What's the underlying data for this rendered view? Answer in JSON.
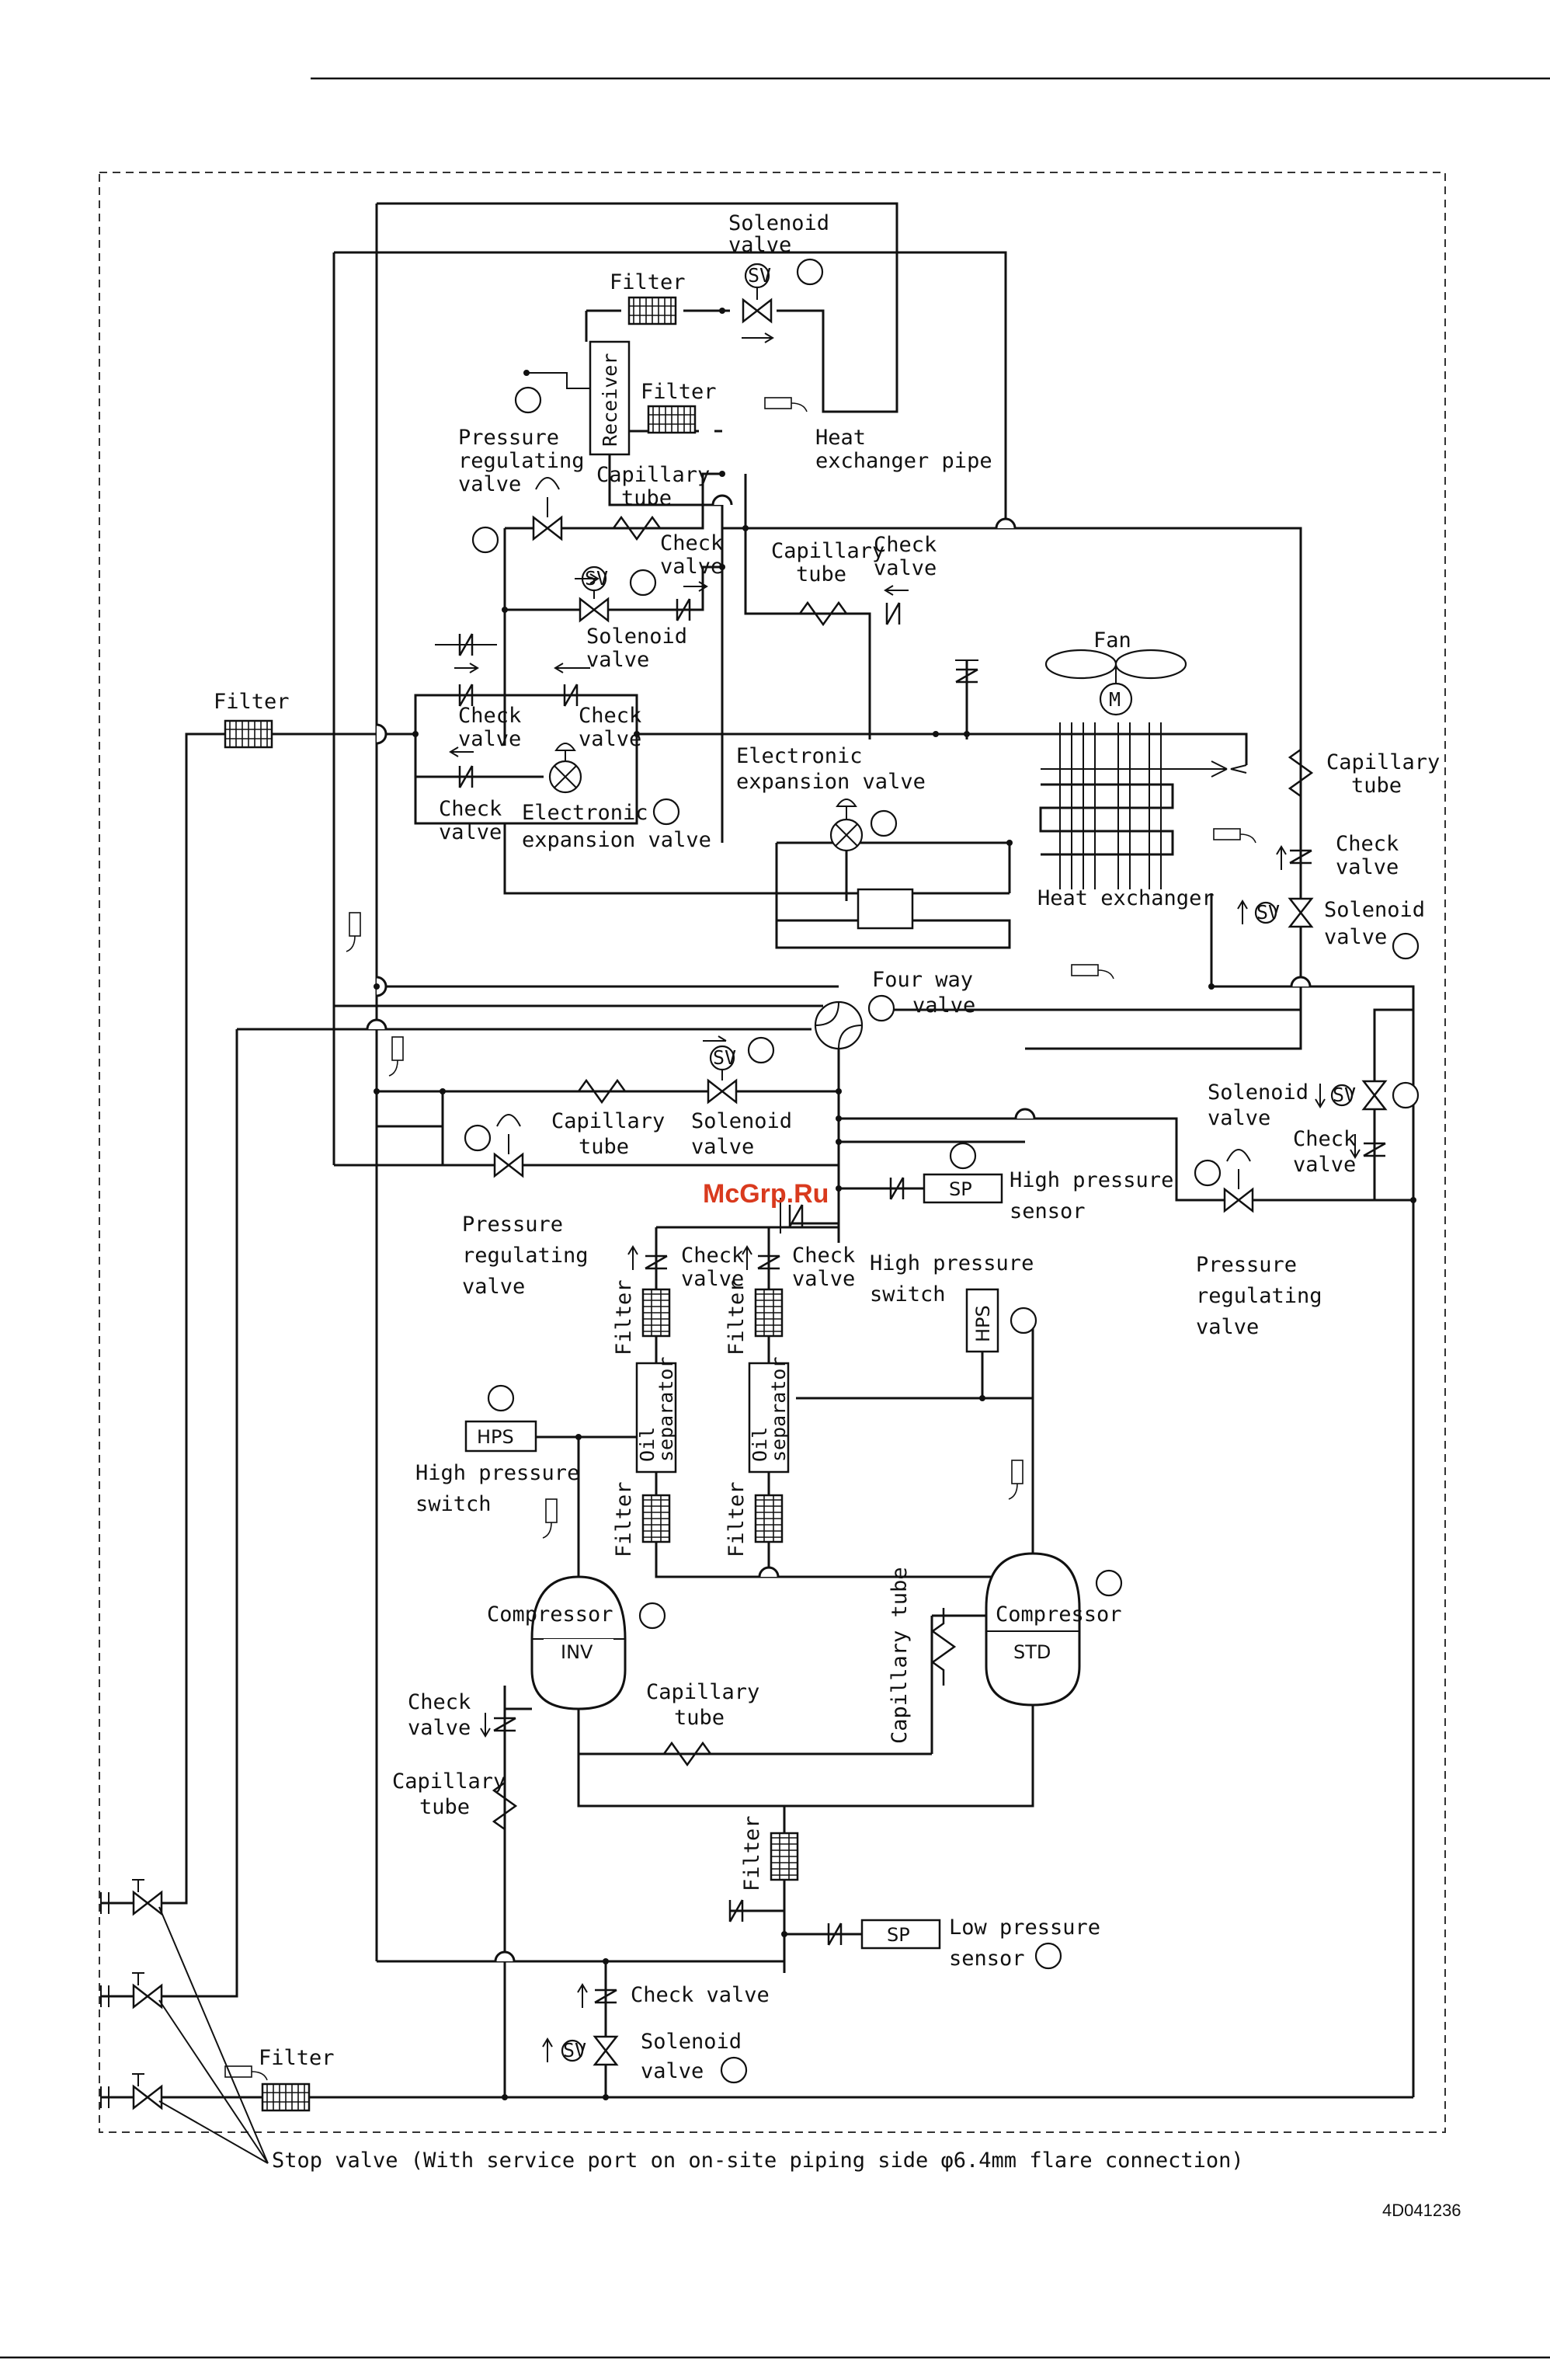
{
  "doc_id": "4D041236",
  "watermark": "McGrp.Ru",
  "labels": {
    "solenoid_valve_top": [
      "Solenoid",
      "valve"
    ],
    "filter_top": "Filter",
    "receiver": "Receiver",
    "filter_receiver": "Filter",
    "heat_exchanger_pipe": [
      "Heat",
      "exchanger pipe"
    ],
    "pressure_regulating_top": [
      "Pressure",
      "regulating",
      "valve"
    ],
    "capillary_top": [
      "Capillary",
      "tube"
    ],
    "check_valve_a": [
      "Check",
      "valve"
    ],
    "sv": "SV",
    "solenoid_valve_mid": [
      "Solenoid",
      "valve"
    ],
    "capillary_mid": [
      "Capillary",
      "tube"
    ],
    "check_valve_b": [
      "Check",
      "valve"
    ],
    "fan": "Fan",
    "motor": "M",
    "filter_left": "Filter",
    "check_valve_c": [
      "Check",
      "valve"
    ],
    "check_valve_d": [
      "Check",
      "valve"
    ],
    "check_valve_e": [
      "Check",
      "valve"
    ],
    "eev_left": [
      "Electronic",
      "expansion valve"
    ],
    "eev_right": [
      "Electronic",
      "expansion valve"
    ],
    "capillary_right": [
      "Capillary",
      "tube"
    ],
    "check_valve_f": [
      "Check",
      "valve"
    ],
    "heat_exchanger": "Heat exchanger",
    "solenoid_valve_right": [
      "Solenoid",
      "valve"
    ],
    "four_way_valve": [
      "Four way",
      "valve"
    ],
    "capillary_lower": [
      "Capillary",
      "tube"
    ],
    "solenoid_valve_lower": [
      "Solenoid",
      "valve"
    ],
    "solenoid_valve_rlow": [
      "Solenoid",
      "valve"
    ],
    "check_valve_g": [
      "Check",
      "valve"
    ],
    "pressure_regulating_left": [
      "Pressure",
      "regulating",
      "valve"
    ],
    "pressure_regulating_right": [
      "Pressure",
      "regulating",
      "valve"
    ],
    "sp": "SP",
    "high_pressure_sensor": [
      "High pressure",
      "sensor"
    ],
    "check_valve_h": [
      "Check",
      "valve"
    ],
    "check_valve_i": [
      "Check",
      "valve"
    ],
    "high_pressure_switch_right": [
      "High pressure",
      "switch"
    ],
    "hps": "HPS",
    "high_pressure_switch_left": [
      "High pressure",
      "switch"
    ],
    "filter_v": "Filter",
    "oil_separator": [
      "Oil",
      "separator"
    ],
    "compressor_inv": "Compressor",
    "inv": "INV",
    "compressor_std": "Compressor",
    "std": "STD",
    "capillary_tube_v": "Capillary tube",
    "capillary_between": [
      "Capillary",
      "tube"
    ],
    "check_valve_left": [
      "Check",
      "valve"
    ],
    "capillary_left": [
      "Capillary",
      "tube"
    ],
    "filter_bottom_v": "Filter",
    "low_pressure_sensor": [
      "Low pressure",
      "sensor"
    ],
    "check_valve_bottom": "Check valve",
    "solenoid_valve_bottom": [
      "Solenoid",
      "valve"
    ],
    "filter_bottom": "Filter",
    "stop_valve": "Stop valve (With service port on on-site piping side  φ6.4mm flare connection)"
  }
}
